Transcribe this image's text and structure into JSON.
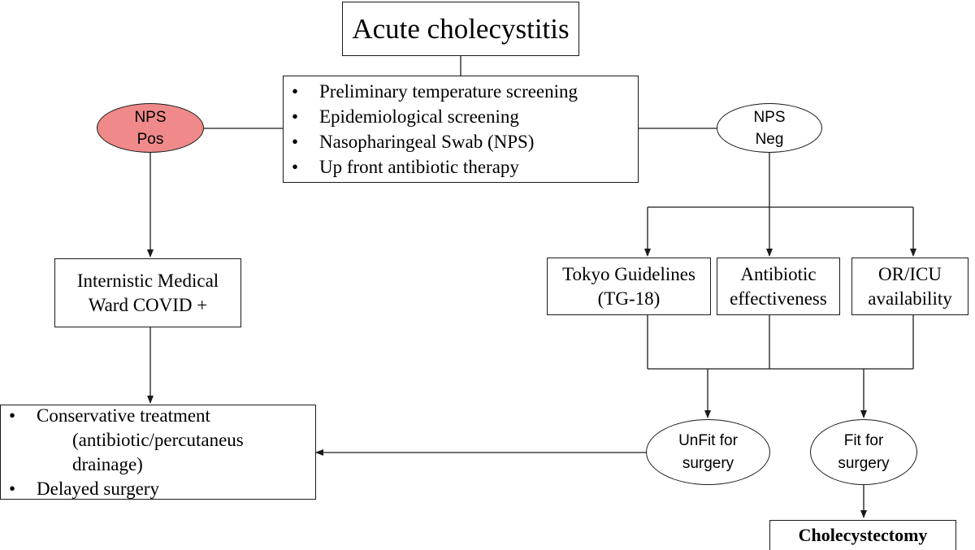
{
  "colors": {
    "positive_fill": "#f08a8a",
    "line": "#1a1a1a"
  },
  "title": "Acute cholecystitis",
  "screening": {
    "bullet_glyph": "•",
    "items": [
      "Preliminary temperature screening",
      "Epidemiological screening",
      "Nasopharingeal Swab (NPS)",
      "Up front antibiotic therapy"
    ]
  },
  "nps_pos": {
    "line1": "NPS",
    "line2": "Pos"
  },
  "nps_neg": {
    "line1": "NPS",
    "line2": "Neg"
  },
  "ward": {
    "line1": "Internistic Medical",
    "line2": "Ward COVID +"
  },
  "criteria": {
    "tokyo": {
      "line1": "Tokyo Guidelines",
      "line2": "(TG-18)"
    },
    "antibiotic": {
      "line1": "Antibiotic",
      "line2": "effectiveness"
    },
    "oricu": {
      "line1": "OR/ICU",
      "line2": "availability"
    }
  },
  "conservative": {
    "bullet_glyph": "•",
    "item1_line1": "Conservative treatment",
    "item1_line2": "(antibiotic/percutaneus drainage)",
    "item2": "Delayed surgery"
  },
  "unfit": {
    "line1": "UnFit for",
    "line2": "surgery"
  },
  "fit": {
    "line1": "Fit for",
    "line2": "surgery"
  },
  "outcome": "Cholecystectomy"
}
